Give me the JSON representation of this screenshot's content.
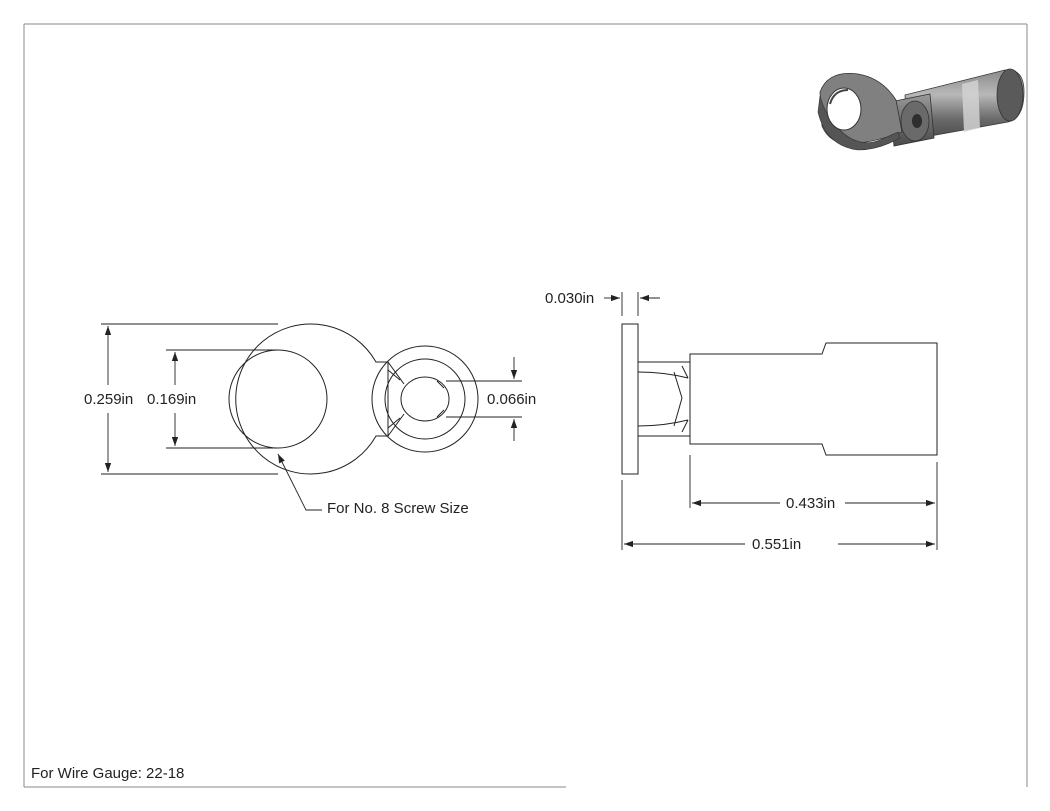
{
  "drawing": {
    "front_view": {
      "overall_diameter": "0.259in",
      "hole_diameter": "0.169in",
      "barrel_opening": "0.066in",
      "screw_note": "For No. 8 Screw Size"
    },
    "side_view": {
      "tongue_thickness": "0.030in",
      "barrel_length": "0.433in",
      "overall_length": "0.551in"
    },
    "footer": {
      "wire_gauge": "For Wire Gauge: 22-18"
    }
  }
}
